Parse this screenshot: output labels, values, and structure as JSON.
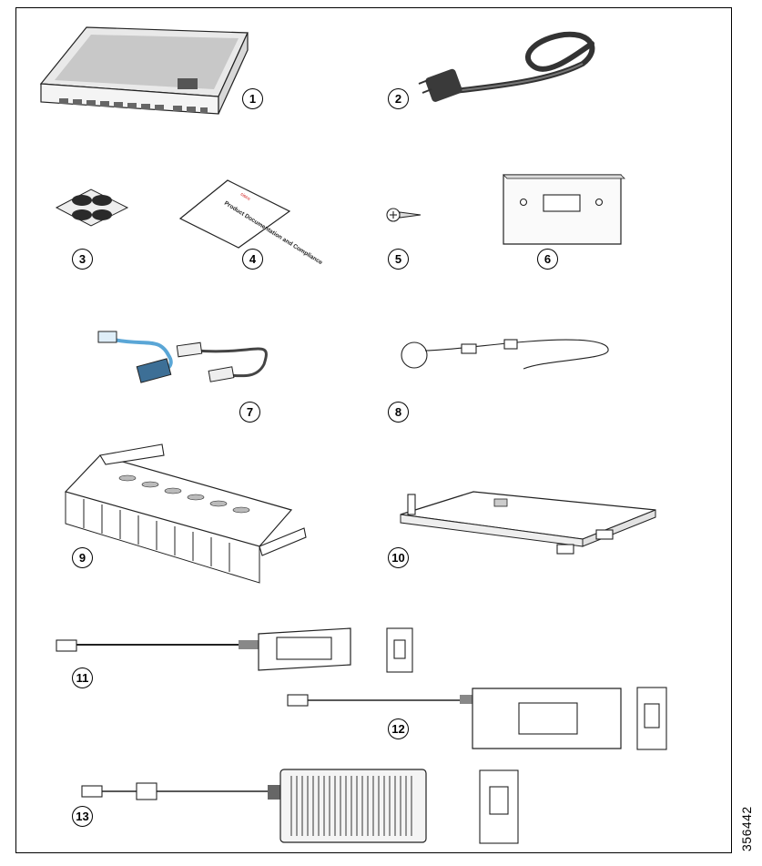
{
  "callouts": [
    "1",
    "2",
    "3",
    "4",
    "5",
    "6",
    "7",
    "8",
    "9",
    "10",
    "11",
    "12",
    "13"
  ],
  "figure_id": "356442",
  "booklet_text": "Product Documentation and Compliance",
  "booklet_logo": "cisco"
}
